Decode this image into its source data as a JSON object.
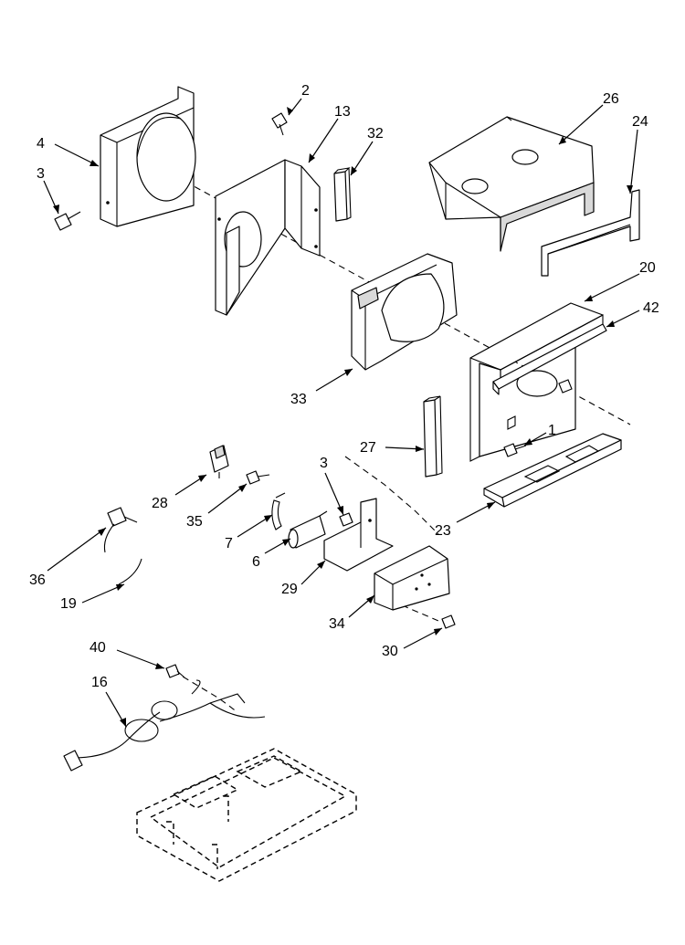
{
  "callouts": [
    {
      "id": "c2",
      "text": "2"
    },
    {
      "id": "c13",
      "text": "13"
    },
    {
      "id": "c32",
      "text": "32"
    },
    {
      "id": "c26",
      "text": "26"
    },
    {
      "id": "c24",
      "text": "24"
    },
    {
      "id": "c4",
      "text": "4"
    },
    {
      "id": "c3a",
      "text": "3"
    },
    {
      "id": "c20",
      "text": "20"
    },
    {
      "id": "c42",
      "text": "42"
    },
    {
      "id": "c33",
      "text": "33"
    },
    {
      "id": "c1",
      "text": "1"
    },
    {
      "id": "c27",
      "text": "27"
    },
    {
      "id": "c3b",
      "text": "3"
    },
    {
      "id": "c28",
      "text": "28"
    },
    {
      "id": "c35",
      "text": "35"
    },
    {
      "id": "c7",
      "text": "7"
    },
    {
      "id": "c6",
      "text": "6"
    },
    {
      "id": "c29",
      "text": "29"
    },
    {
      "id": "c23",
      "text": "23"
    },
    {
      "id": "c36",
      "text": "36"
    },
    {
      "id": "c19",
      "text": "19"
    },
    {
      "id": "c34",
      "text": "34"
    },
    {
      "id": "c30",
      "text": "30"
    },
    {
      "id": "c40",
      "text": "40"
    },
    {
      "id": "c16",
      "text": "16"
    }
  ]
}
